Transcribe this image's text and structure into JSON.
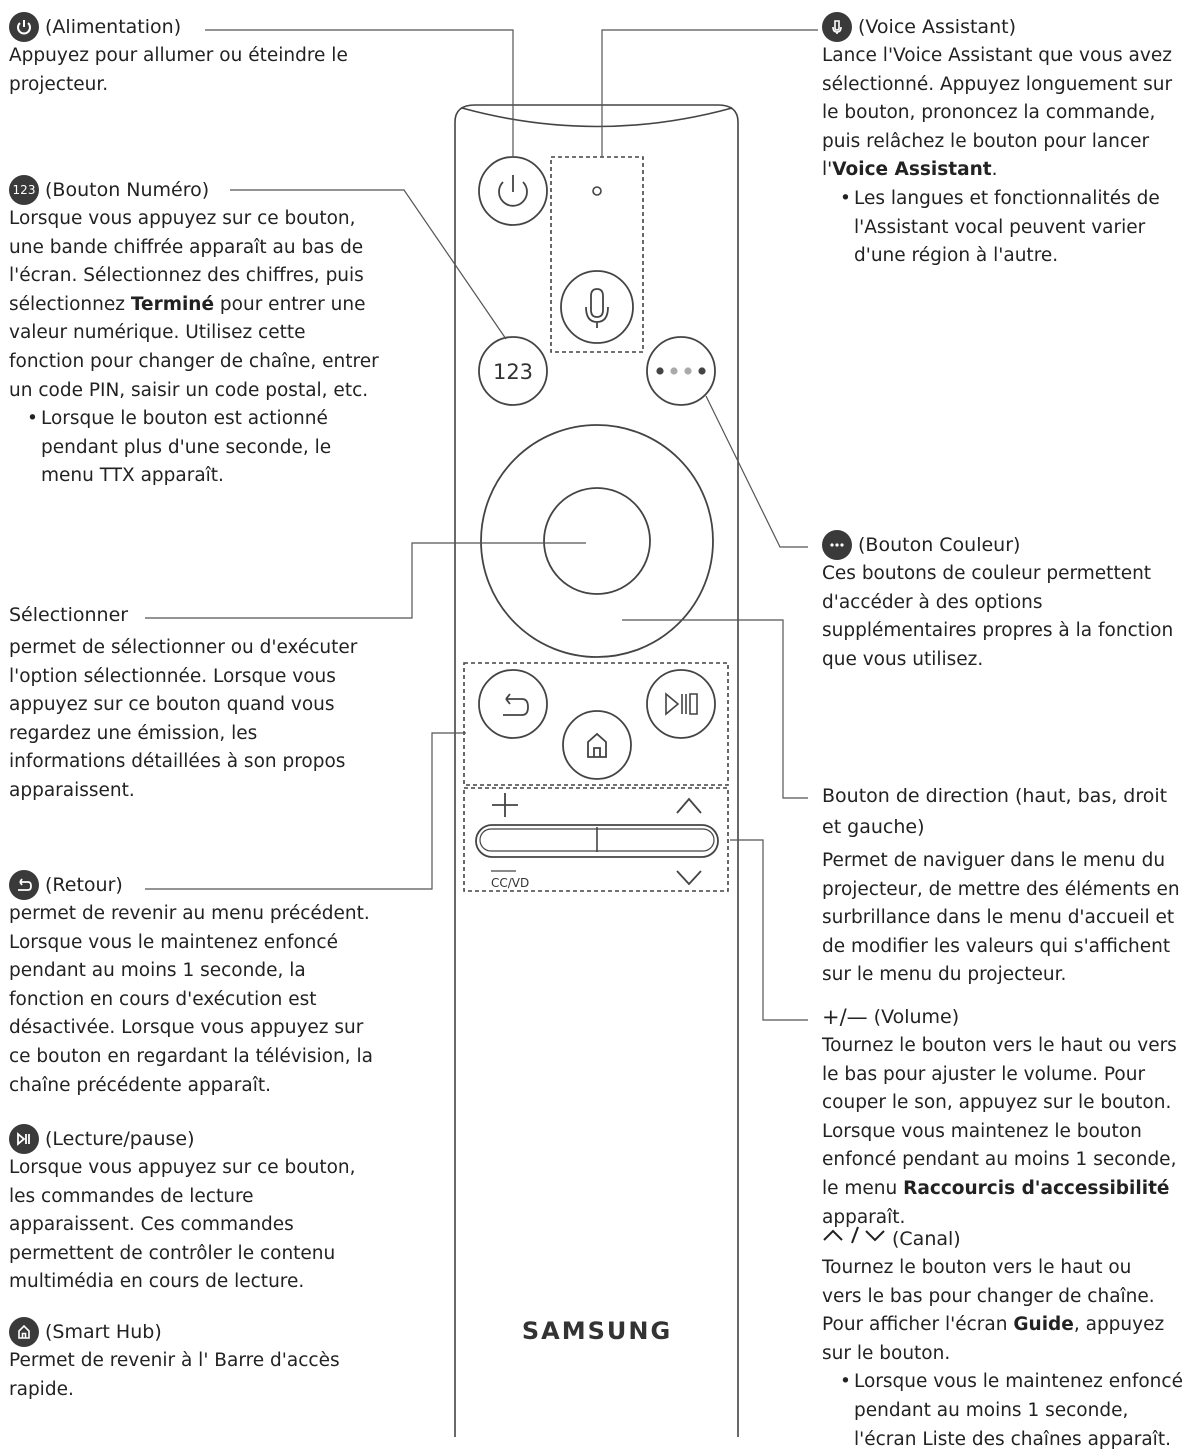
{
  "power": {
    "title": "(Alimentation)",
    "desc": "Appuyez pour allumer ou éteindre le projecteur."
  },
  "number": {
    "title": "(Bouton Numéro)",
    "desc_before": "Lorsque vous appuyez sur ce bouton, une bande chiffrée apparaît au bas de l'écran. Sélectionnez des chiffres, puis sélectionnez ",
    "desc_bold": "Terminé",
    "desc_after": " pour entrer une valeur numérique. Utilisez cette fonction pour changer de chaîne, entrer un code PIN, saisir un code postal, etc.",
    "bullet": "Lorsque le bouton est actionné pendant plus d'une seconde, le menu TTX apparaît."
  },
  "select": {
    "title": "Sélectionner",
    "desc": "permet de sélectionner ou d'exécuter l'option sélectionnée. Lorsque vous appuyez sur ce bouton quand vous regardez une émission, les informations détaillées à son propos apparaissent."
  },
  "back": {
    "title": "(Retour)",
    "desc": "permet de revenir au menu précédent. Lorsque vous le maintenez enfoncé pendant au moins 1 seconde, la fonction en cours d'exécution est désactivée. Lorsque vous appuyez sur ce bouton en regardant la télévision, la chaîne précédente apparaît."
  },
  "playpause": {
    "title": "(Lecture/pause)",
    "desc": "Lorsque vous appuyez sur ce bouton, les commandes de lecture apparaissent. Ces commandes permettent de contrôler le contenu multimédia en cours de lecture."
  },
  "smarthub": {
    "title": "(Smart Hub)",
    "desc": "Permet de revenir à l' Barre d'accès rapide."
  },
  "voice": {
    "title": "(Voice Assistant)",
    "desc_before": "Lance l'Voice Assistant que vous avez sélectionné. Appuyez longuement sur le bouton, prononcez la commande, puis relâchez le bouton pour lancer l'",
    "desc_bold": "Voice Assistant",
    "desc_after": ".",
    "bullet": "Les langues et fonctionnalités de l'Assistant vocal peuvent varier d'une région à l'autre."
  },
  "color": {
    "title": "(Bouton Couleur)",
    "desc": "Ces boutons de couleur permettent d'accéder à des options supplémentaires propres à la fonction que vous utilisez."
  },
  "direction": {
    "title": "Bouton de direction (haut, bas, droit et gauche)",
    "desc": "Permet de naviguer dans le menu du projecteur, de mettre des éléments en surbrillance dans le menu d'accueil et de modifier les valeurs qui s'affichent sur le menu du projecteur."
  },
  "volume": {
    "title_symbols": "+/—",
    "title": "(Volume)",
    "desc_before": "Tournez le bouton vers le haut ou vers le bas pour ajuster le volume. Pour couper le son, appuyez sur le bouton. Lorsque vous maintenez le bouton enfoncé pendant au moins 1 seconde, le menu ",
    "desc_bold": "Raccourcis d'accessibilité",
    "desc_after": " apparaît."
  },
  "channel": {
    "title": "(Canal)",
    "desc_before": "Tournez le bouton vers le haut ou vers le bas pour changer de chaîne. Pour afficher l'écran ",
    "desc_bold": "Guide",
    "desc_after": ", appuyez sur le bouton.",
    "bullet": "Lorsque vous le maintenez enfoncé pendant au moins 1 seconde, l'écran Liste des chaînes apparaît."
  },
  "remote": {
    "brand": "SAMSUNG",
    "number_label": "123",
    "ccvd_label": "CC/VD"
  },
  "colors": {
    "text": "#222222",
    "line": "#444444",
    "badge": "#3a3a3a"
  }
}
